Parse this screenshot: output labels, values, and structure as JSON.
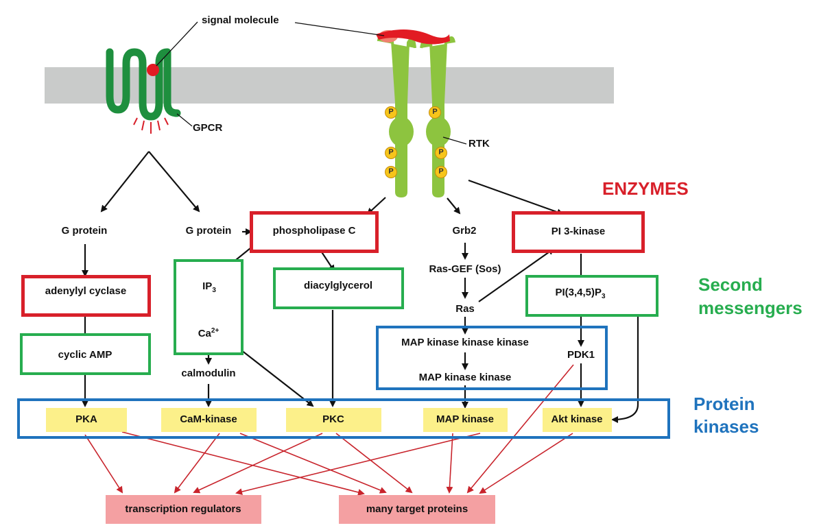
{
  "receptors": {
    "signal_molecule": "signal molecule",
    "gpcr": "GPCR",
    "rtk": "RTK",
    "phospho": "P"
  },
  "categories": {
    "enzymes": "ENZYMES",
    "second_messengers_line1": "Second",
    "second_messengers_line2": "messengers",
    "protein_kinases_line1": "Protein",
    "protein_kinases_line2": "kinases"
  },
  "nodes": {
    "g_protein_1": "G protein",
    "g_protein_2": "G protein",
    "phospholipase_c": "phospholipase C",
    "grb2": "Grb2",
    "pi3_kinase": "PI 3-kinase",
    "adenylyl_cyclase": "adenylyl cyclase",
    "ip3": "IP",
    "ip3_sub": "3",
    "diacylglycerol": "diacylglycerol",
    "ras_gef": "Ras-GEF (Sos)",
    "pip3": "PI(3,4,5)P",
    "pip3_sub": "3",
    "ras": "Ras",
    "ca": "Ca",
    "ca_sup": "2+",
    "mapkkk": "MAP kinase kinase kinase",
    "cyclic_amp": "cyclic AMP",
    "pdk1": "PDK1",
    "calmodulin": "calmodulin",
    "mapkk": "MAP kinase kinase"
  },
  "kinases": {
    "pka": "PKA",
    "cam_kinase": "CaM-kinase",
    "pkc": "PKC",
    "map_kinase": "MAP kinase",
    "akt_kinase": "Akt kinase"
  },
  "targets": {
    "transcription_regulators": "transcription regulators",
    "many_target_proteins": "many target proteins"
  },
  "colors": {
    "enzyme_red": "#d8202a",
    "second_messenger_green": "#27ad4f",
    "protein_kinase_blue": "#1f73bd",
    "kinase_fill_yellow": "#fcf08a",
    "target_fill_pink": "#f4a0a2",
    "membrane_gray": "#c9cbca",
    "gpcr_green": "#1e8f3e",
    "rtk_green": "#8dc43f",
    "phospho_yellow": "#f7c51a",
    "arrow_black": "#111111",
    "arrow_red": "#c8242c"
  }
}
